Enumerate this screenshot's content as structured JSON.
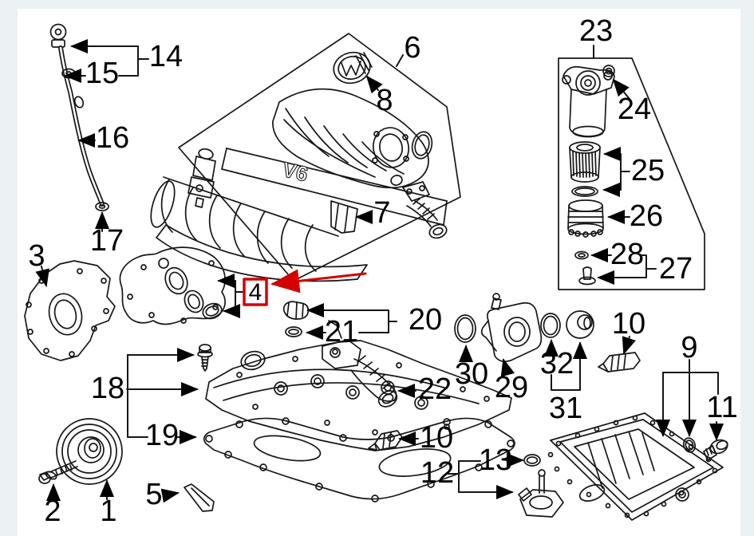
{
  "diagram": {
    "kind": "exploded-parts-diagram",
    "description_visible_texts": "numeric part callouts only",
    "highlight_color": "#d40000",
    "line_color": "#161616",
    "highlighted_part": "4"
  },
  "badges": {
    "v6": "V6"
  },
  "labels": {
    "p1": {
      "text": "1"
    },
    "p2": {
      "text": "2"
    },
    "p3": {
      "text": "3"
    },
    "p4": {
      "text": "4",
      "highlighted": true
    },
    "p5": {
      "text": "5"
    },
    "p6": {
      "text": "6"
    },
    "p7": {
      "text": "7"
    },
    "p8": {
      "text": "8"
    },
    "p9": {
      "text": "9"
    },
    "p10a": {
      "text": "10"
    },
    "p10b": {
      "text": "10"
    },
    "p11": {
      "text": "11"
    },
    "p12": {
      "text": "12"
    },
    "p13": {
      "text": "13"
    },
    "p14": {
      "text": "14"
    },
    "p15": {
      "text": "15"
    },
    "p16": {
      "text": "16"
    },
    "p17": {
      "text": "17"
    },
    "p18": {
      "text": "18"
    },
    "p19": {
      "text": "19"
    },
    "p20": {
      "text": "20"
    },
    "p21": {
      "text": "21"
    },
    "p22": {
      "text": "22"
    },
    "p23": {
      "text": "23"
    },
    "p24": {
      "text": "24"
    },
    "p25": {
      "text": "25"
    },
    "p26": {
      "text": "26"
    },
    "p27": {
      "text": "27"
    },
    "p28": {
      "text": "28"
    },
    "p29": {
      "text": "29"
    },
    "p30": {
      "text": "30"
    },
    "p31": {
      "text": "31"
    },
    "p32": {
      "text": "32"
    }
  }
}
